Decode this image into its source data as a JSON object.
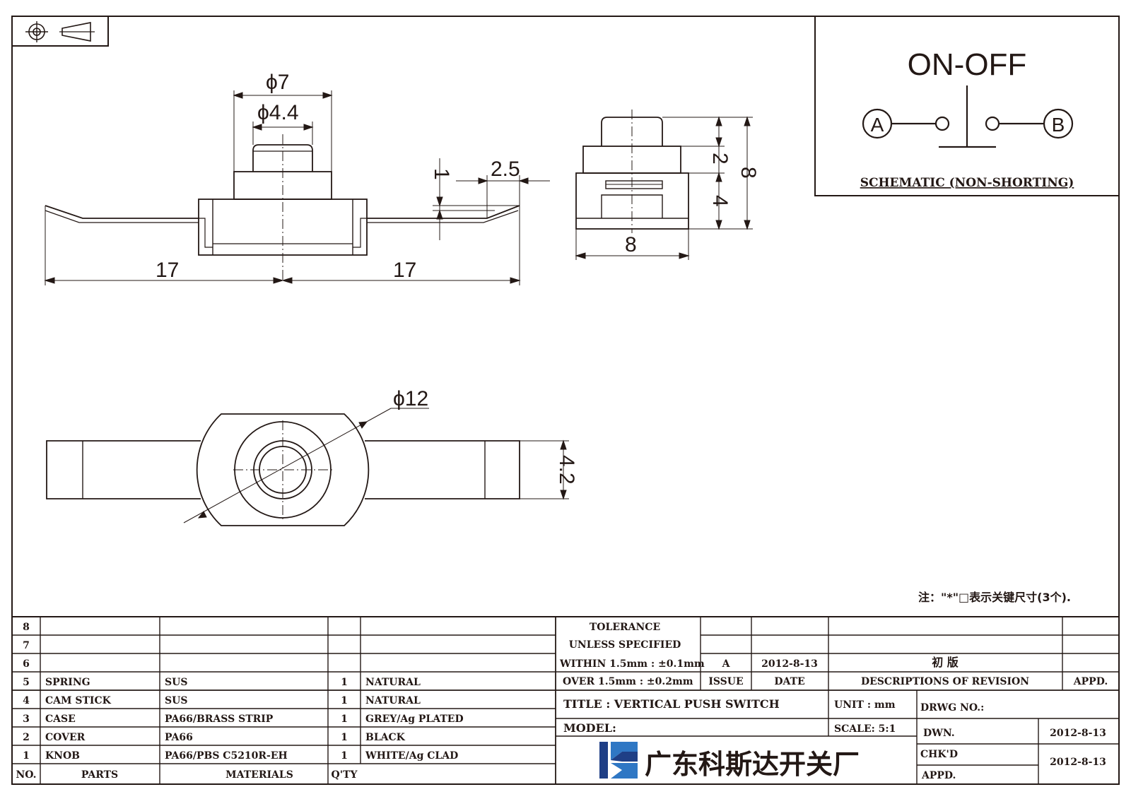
{
  "schematic": {
    "mode": "ON-OFF",
    "terminal_a": "A",
    "terminal_b": "B",
    "caption": "SCHEMATIC (NON-SHORTING)"
  },
  "dimensions": {
    "knob_outer_dia": "ϕ7",
    "knob_inner_dia": "ϕ4.4",
    "terminal_offset": "1",
    "terminal_tip": "2.5",
    "left_span": "17",
    "right_span": "17",
    "side_upper": "2",
    "side_lower": "4",
    "side_total": "8",
    "side_width": "8",
    "flange_dia": "ϕ12",
    "terminal_width": "4.2"
  },
  "note": "注：\"*\"□表示关键尺寸(3个).",
  "bom": {
    "header": {
      "no": "NO.",
      "parts": "PARTS",
      "materials": "MATERIALS",
      "qty": "Q'TY"
    },
    "rows": [
      {
        "no": "8",
        "part": "",
        "material": "",
        "qty": "",
        "finish": ""
      },
      {
        "no": "7",
        "part": "",
        "material": "",
        "qty": "",
        "finish": ""
      },
      {
        "no": "6",
        "part": "",
        "material": "",
        "qty": "",
        "finish": ""
      },
      {
        "no": "5",
        "part": "SPRING",
        "material": "SUS",
        "qty": "1",
        "finish": "NATURAL"
      },
      {
        "no": "4",
        "part": "CAM STICK",
        "material": "SUS",
        "qty": "1",
        "finish": "NATURAL"
      },
      {
        "no": "3",
        "part": "CASE",
        "material": "PA66/BRASS STRIP",
        "qty": "1",
        "finish": "GREY/Ag PLATED"
      },
      {
        "no": "2",
        "part": "COVER",
        "material": "PA66",
        "qty": "1",
        "finish": "BLACK"
      },
      {
        "no": "1",
        "part": "KNOB",
        "material": "PA66/PBS C5210R-EH",
        "qty": "1",
        "finish": "WHITE/Ag CLAD"
      }
    ]
  },
  "tolerance": {
    "line1": "TOLERANCE",
    "line2": "UNLESS  SPECIFIED",
    "line3": "WITHIN 1.5mm : ±0.1mm",
    "line4": "OVER 1.5mm : ±0.2mm"
  },
  "revision": {
    "issue": "A",
    "date": "2012-8-13",
    "description": "初 版",
    "labels": {
      "issue": "ISSUE",
      "date": "DATE",
      "description": "DESCRIPTIONS OF REVISION",
      "approved": "APPD."
    }
  },
  "title_block": {
    "title": "TITLE :  VERTICAL PUSH SWITCH",
    "model": "MODEL:",
    "unit": "UNIT :  mm",
    "scale": "SCALE:  5:1",
    "drawing_no": "DRWG NO.:",
    "drawn_label": "DWN.",
    "checked_label": "CHK'D",
    "approved_label": "APPD.",
    "drawn_date": "2012-8-13",
    "checked_date": "2012-8-13",
    "company": "广东科斯达开关厂"
  },
  "colors": {
    "line": "#231815",
    "logo_dark": "#1f3f86",
    "logo_light": "#2f77c4",
    "background": "#ffffff"
  }
}
